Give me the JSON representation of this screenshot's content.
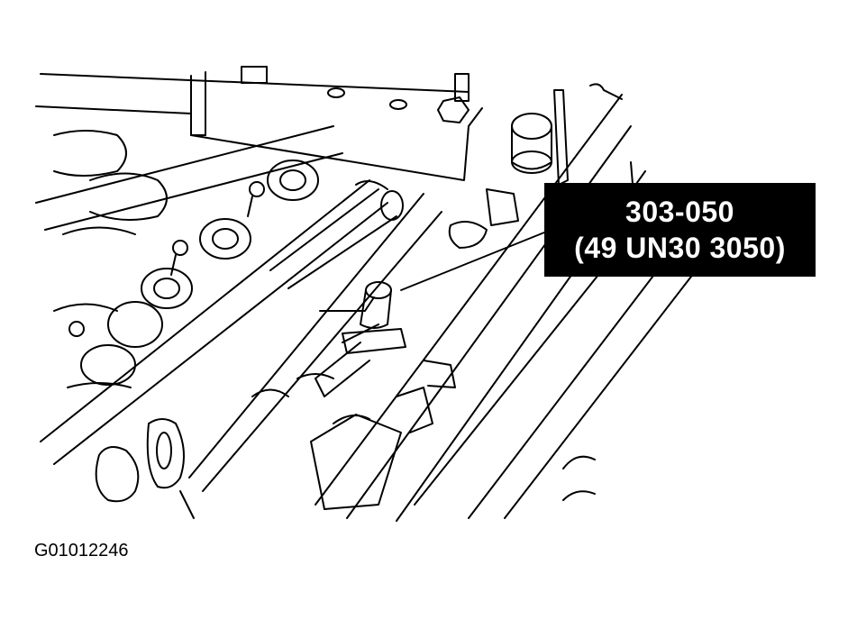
{
  "callout": {
    "tool_number": "303-050",
    "tool_alt_number": "(49 UN30 3050)"
  },
  "figure": {
    "id": "G01012246"
  },
  "colors": {
    "line": "#000000",
    "background": "#ffffff",
    "callout_bg": "#000000",
    "callout_text": "#ffffff"
  }
}
